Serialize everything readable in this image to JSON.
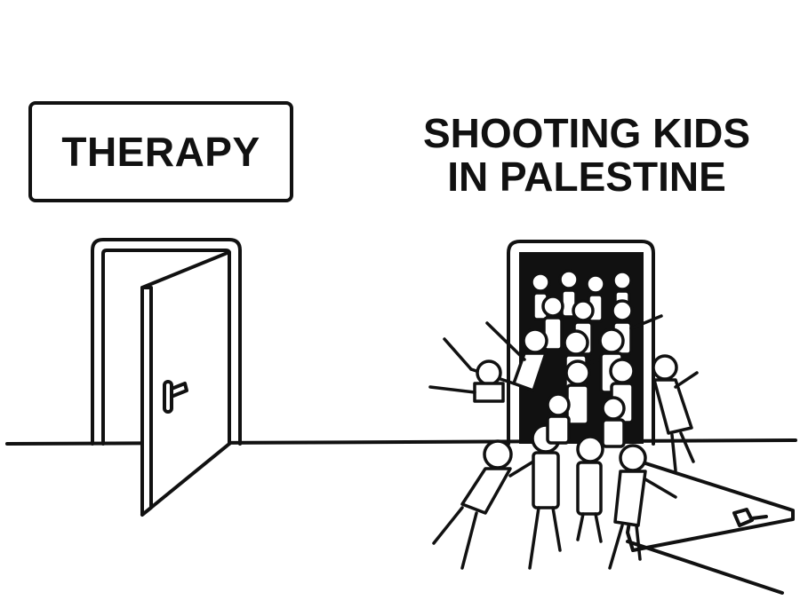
{
  "sign": {
    "text": "THERAPY"
  },
  "caption": {
    "line1": "SHOOTING KIDS",
    "line2": "IN PALESTINE"
  },
  "colors": {
    "ink": "#111111",
    "background": "#ffffff"
  }
}
